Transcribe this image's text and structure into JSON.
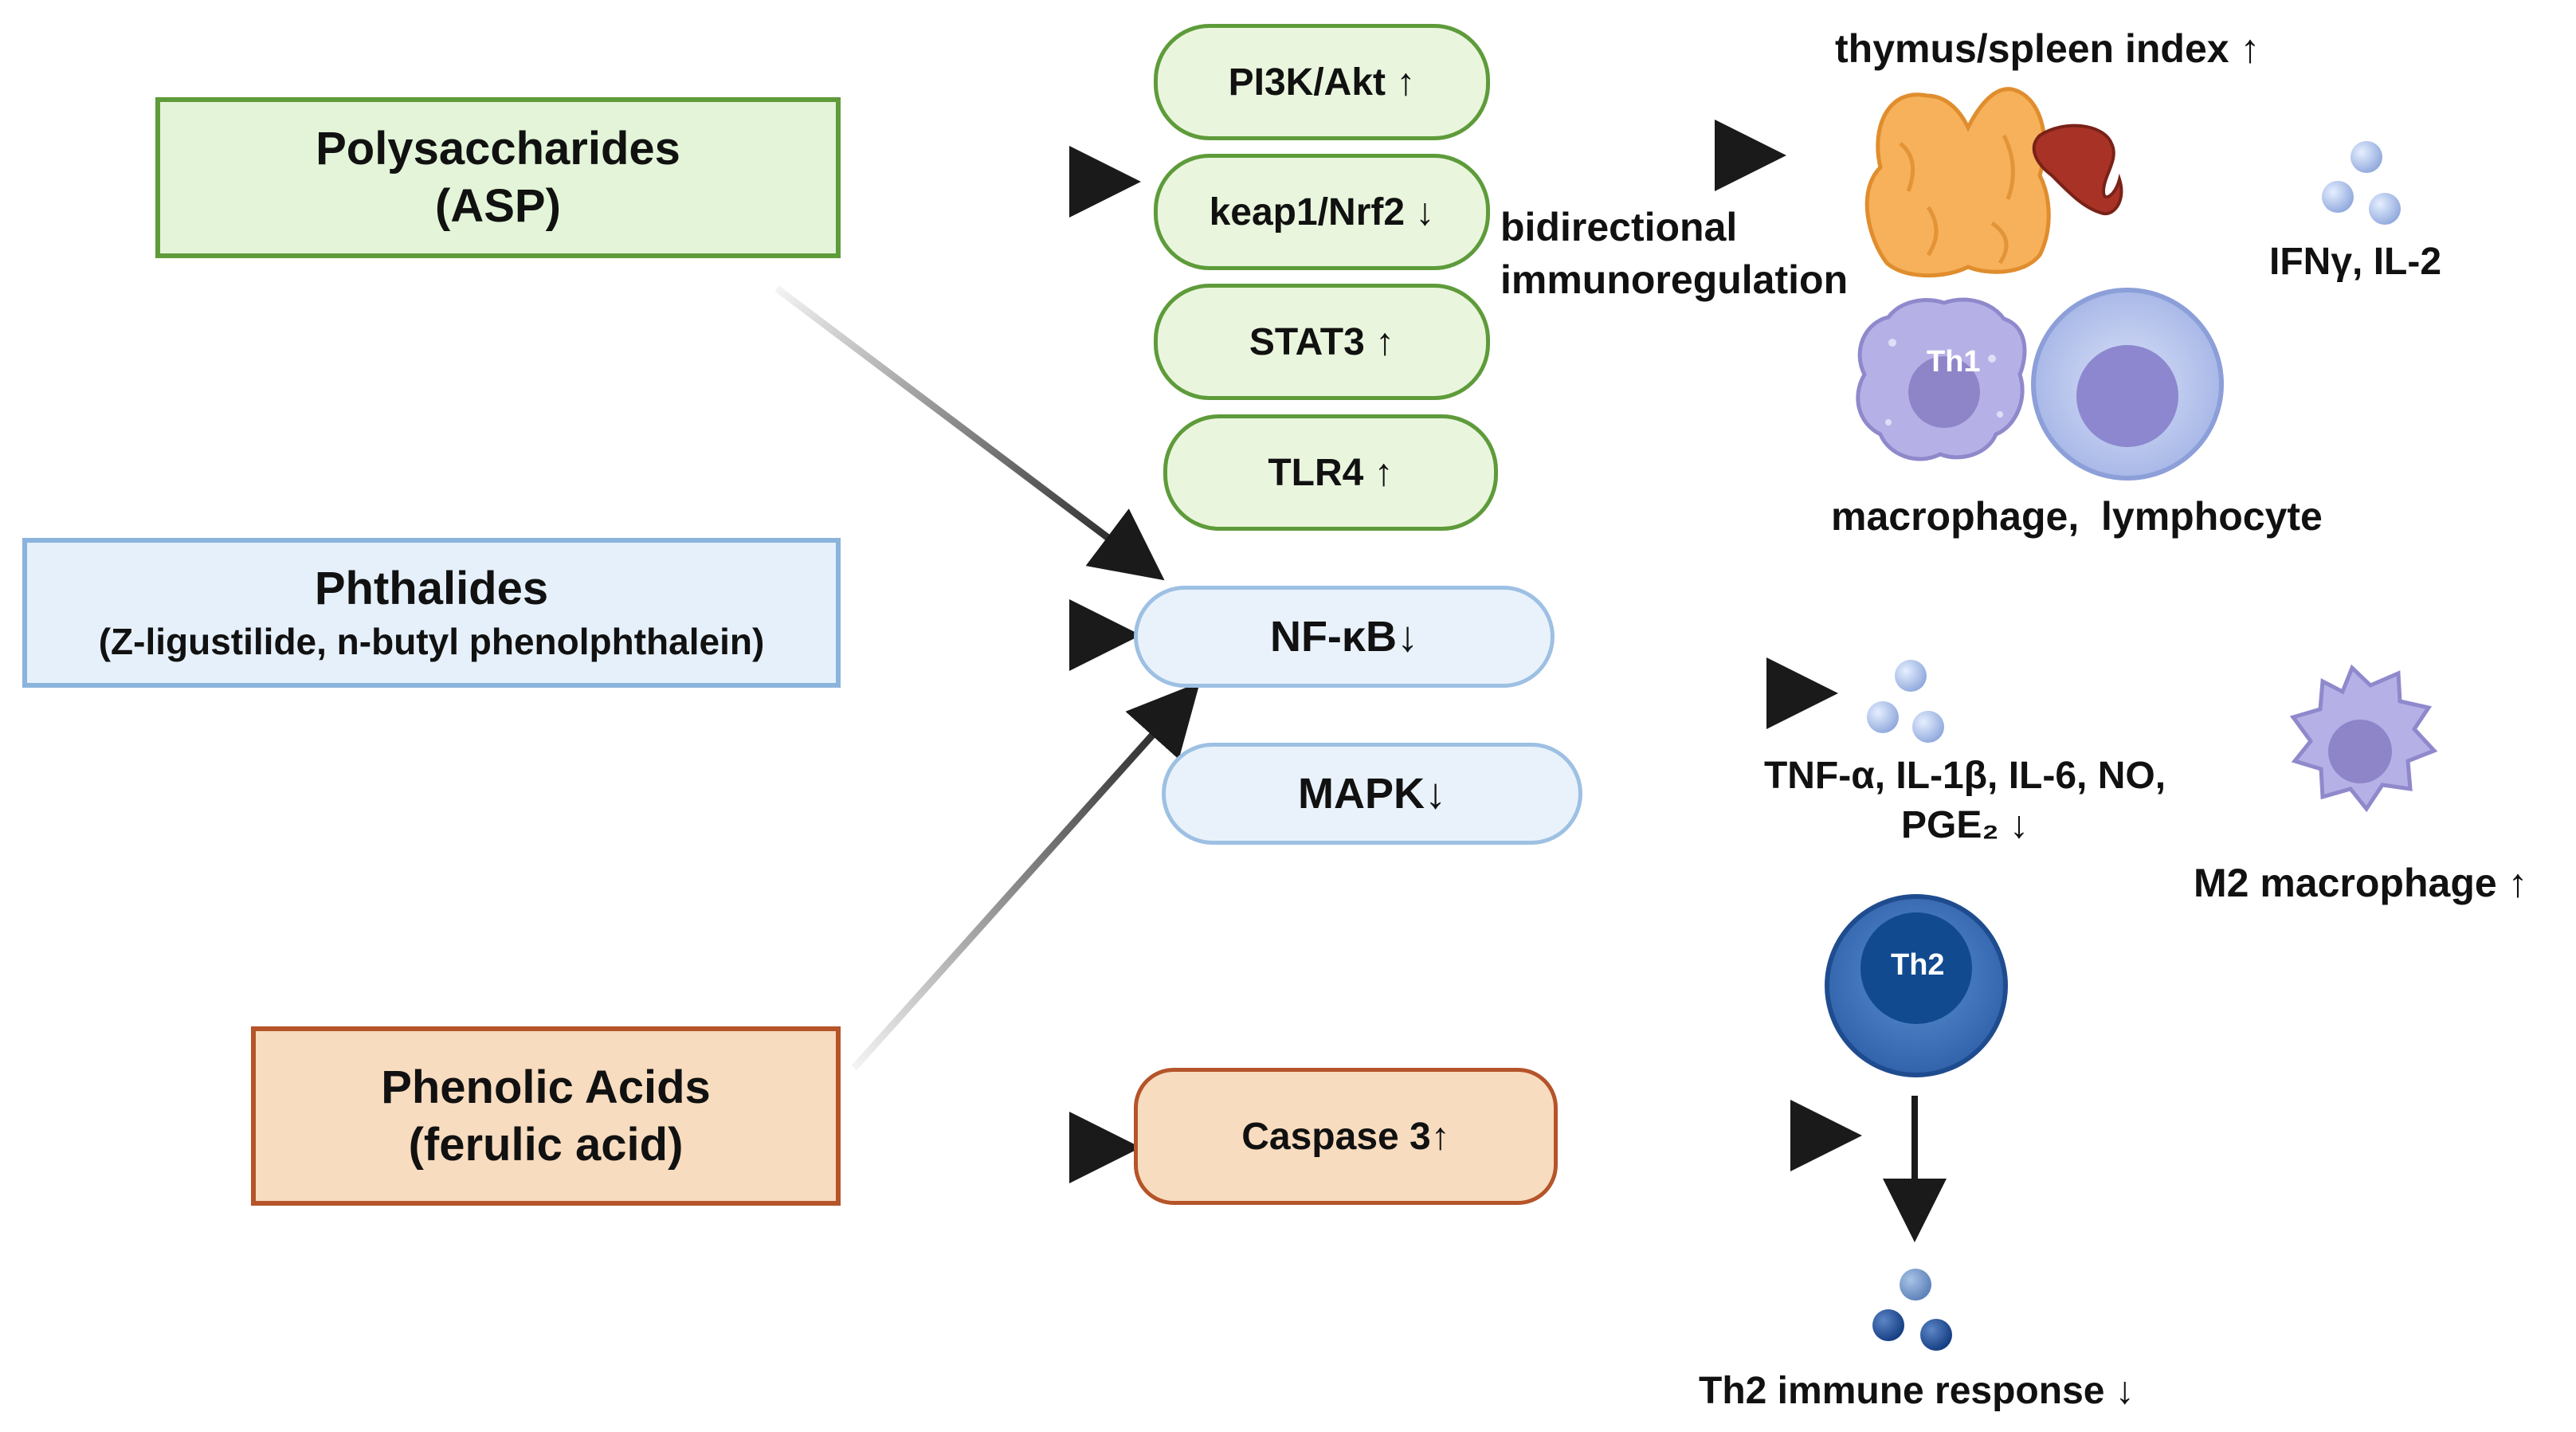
{
  "sources": {
    "polysaccharides": {
      "title": "Polysaccharides",
      "subtitle": "(ASP)"
    },
    "phthalides": {
      "title": "Phthalides",
      "subtitle": "(Z-ligustilide, n-butyl phenolphthalein)"
    },
    "phenolic_acids": {
      "title": "Phenolic Acids",
      "subtitle": "(ferulic acid)"
    }
  },
  "pathways": {
    "pi3k": "PI3K/Akt ↑",
    "keap1": "keap1/Nrf2 ↓",
    "stat3": "STAT3 ↑",
    "tlr4": "TLR4 ↑",
    "nfkb": "NF-κB↓",
    "mapk": "MAPK↓",
    "caspase": "Caspase 3↑"
  },
  "labels": {
    "bidirectional_line1": "bidirectional",
    "bidirectional_line2": "immunoregulation",
    "thymus_spleen": "thymus/spleen index ↑",
    "ifn": "IFNγ, IL-2",
    "th1": "Th1",
    "macrophage_lymphocyte": "macrophage,  lymphocyte",
    "cytokines_line1": "TNF-α, IL-1β, IL-6, NO,",
    "cytokines_line2": "PGE₂ ↓",
    "m2": "M2 macrophage ↑",
    "th2": "Th2",
    "th2_response": "Th2 immune response ↓"
  },
  "colors": {
    "green_border": "#5e9b3a",
    "green_fill": "#e3f4d8",
    "blue_border": "#8ab4dc",
    "blue_fill": "#e6f0fa",
    "orange_border": "#b5542a",
    "orange_fill": "#f8dcbf",
    "arrow": "#1a1a1a"
  },
  "icons": [
    "thymus-icon",
    "spleen-icon",
    "th1-macrophage-icon",
    "lymphocyte-icon",
    "cytokine-dots-icon",
    "m2-macrophage-icon",
    "th2-cell-icon"
  ]
}
